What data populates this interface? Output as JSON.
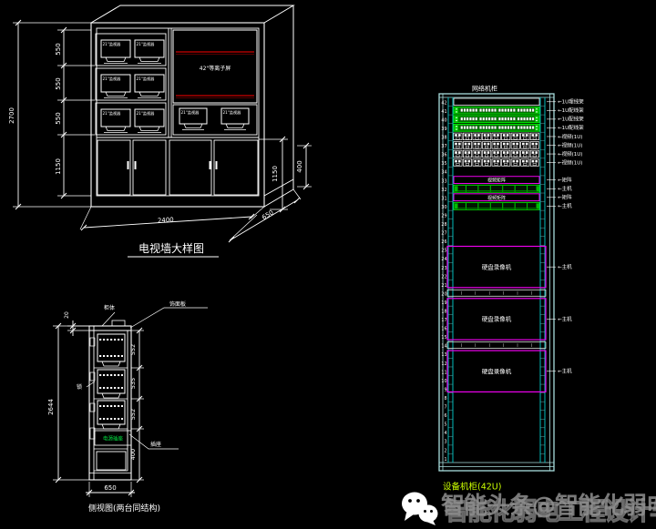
{
  "colors": {
    "background": "#000000",
    "line": "#ffffff",
    "accent_red": "#8b0000",
    "rack_frame": "#a8dede",
    "rack_rail": "#00bbbb",
    "equip_green": "#00dd00",
    "equip_magenta": "#ee00ee",
    "label_green": "#ccff00",
    "socket_green": "#00ee44"
  },
  "tv_wall": {
    "title": "电视墙大样图",
    "tv_label": "42\"等离子屏",
    "monitor_label": "21\"监视器",
    "dims": {
      "total_height": "2700",
      "shelf1": "550",
      "shelf2": "550",
      "shelf3": "550",
      "cabinet_height": "1150",
      "width": "2400",
      "right_height": "1150",
      "plinth": "400",
      "depth": "650"
    }
  },
  "side_view": {
    "title": "侧视图(两台同结构)",
    "dims": {
      "panel_thickness": "20",
      "total_height": "2644",
      "bay1": "552",
      "bay2": "535",
      "bay3": "552",
      "bay4": "400",
      "width": "650"
    },
    "labels": {
      "cabinet": "柜体",
      "veneer": "饰面板",
      "lock": "锁",
      "socket": "插座",
      "socket_box": "电源插座"
    }
  },
  "rack": {
    "title": "网络机柜",
    "bottom_label": "设备机柜(42U)",
    "u_total": 42,
    "rows": [
      {
        "u": 42,
        "span": 1,
        "type": "blank",
        "label": ""
      },
      {
        "u": 41,
        "span": 1,
        "type": "patch",
        "label": ""
      },
      {
        "u": 40,
        "span": 1,
        "type": "patch",
        "label": ""
      },
      {
        "u": 39,
        "span": 1,
        "type": "patch",
        "label": ""
      },
      {
        "u": 38,
        "span": 1,
        "type": "module",
        "label": ""
      },
      {
        "u": 37,
        "span": 1,
        "type": "module",
        "label": ""
      },
      {
        "u": 36,
        "span": 1,
        "type": "module",
        "label": ""
      },
      {
        "u": 35,
        "span": 1,
        "type": "module",
        "label": ""
      },
      {
        "u": 33,
        "span": 1,
        "type": "matrix",
        "label": "视频矩阵"
      },
      {
        "u": 32,
        "span": 1,
        "type": "devbar",
        "label": ""
      },
      {
        "u": 31,
        "span": 1,
        "type": "matrix",
        "label": "视频矩阵"
      },
      {
        "u": 30,
        "span": 1,
        "type": "devbar",
        "label": ""
      },
      {
        "u": 25,
        "span": 5,
        "type": "dvr",
        "label": "硬盘录像机"
      },
      {
        "u": 20,
        "span": 1,
        "type": "vent",
        "label": ""
      },
      {
        "u": 19,
        "span": 5,
        "type": "dvr",
        "label": "硬盘录像机"
      },
      {
        "u": 14,
        "span": 1,
        "type": "vent",
        "label": ""
      },
      {
        "u": 13,
        "span": 5,
        "type": "dvr",
        "label": "硬盘录像机"
      }
    ],
    "right_labels": [
      {
        "u": 42,
        "text": "←1U理线架"
      },
      {
        "u": 41,
        "text": "←1U配线架"
      },
      {
        "u": 40,
        "text": "←1U配线架"
      },
      {
        "u": 39,
        "text": "←1U配线架"
      },
      {
        "u": 38,
        "text": "←视频(1U)"
      },
      {
        "u": 37,
        "text": "←视频(1U)"
      },
      {
        "u": 36,
        "text": "←视频(1U)"
      },
      {
        "u": 35,
        "text": "←视频(1U)"
      },
      {
        "u": 33,
        "text": "←矩阵"
      },
      {
        "u": 32,
        "text": "←主机"
      },
      {
        "u": 31,
        "text": "←矩阵"
      },
      {
        "u": 30,
        "text": "←主机"
      },
      {
        "u": 23,
        "text": "←主机"
      },
      {
        "u": 17,
        "text": "←主机"
      },
      {
        "u": 11,
        "text": "←主机"
      }
    ]
  },
  "watermark": {
    "front": "智能头条@智能化弱电工程",
    "back": "智能化弱电工程设计与施工",
    "icon": "wechat-icon"
  }
}
